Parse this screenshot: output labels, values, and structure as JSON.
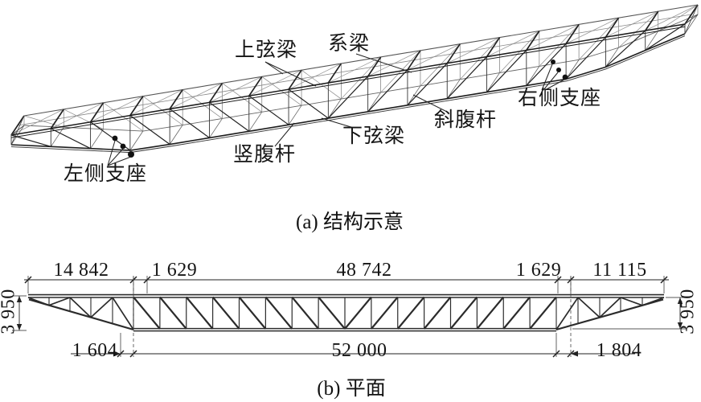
{
  "colors": {
    "ink": "#151515",
    "line": "#2b2b2b",
    "light": "#777777",
    "background": "#ffffff"
  },
  "figure_a": {
    "caption": "(a) 结构示意",
    "labels": {
      "top_chord": "上弦梁",
      "tie_beam": "系梁",
      "right_support": "右侧支座",
      "diagonal_web": "斜腹杆",
      "bottom_chord": "下弦梁",
      "vertical_web": "竖腹杆",
      "left_support": "左侧支座"
    }
  },
  "figure_b": {
    "caption": "(b) 平面",
    "dim_top": [
      "14 842",
      "1 629",
      "48 742",
      "1 629",
      "11 115"
    ],
    "dim_bottom": {
      "left": "1 604",
      "span": "52 000",
      "right": "1 804"
    },
    "dim_height": {
      "left": "3 950",
      "right": "3 950"
    }
  }
}
